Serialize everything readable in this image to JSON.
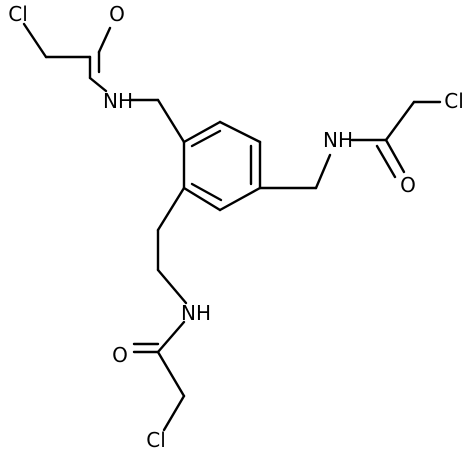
{
  "molecule": {
    "atoms": {
      "cl_top_left": "Cl",
      "o_top_left": "O",
      "nh_top_left": "NH",
      "cl_top_right": "Cl",
      "nh_right": "NH",
      "o_right": "O",
      "nh_bottom": "NH",
      "o_bottom": "O",
      "cl_bottom": "Cl"
    }
  }
}
